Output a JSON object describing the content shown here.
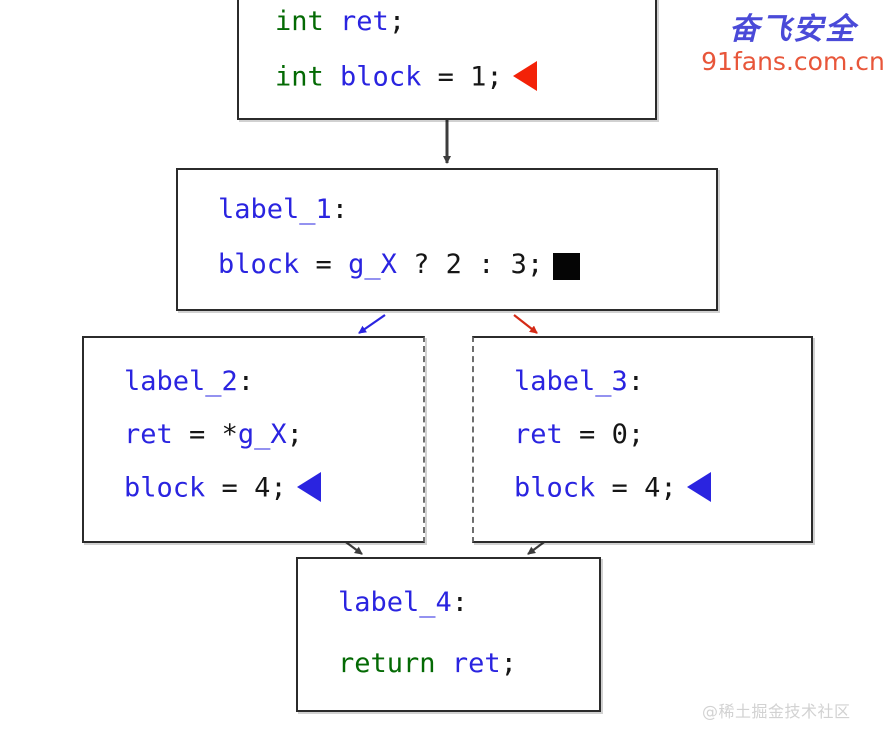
{
  "diagram": {
    "title": "control-flow-graph",
    "colors": {
      "keyword": "#046a04",
      "identifier": "#2a24e0",
      "plain": "#161616",
      "block_border": "#2b2b2b",
      "edge_default": "#3c3c3c",
      "edge_true": "#2a24e0",
      "edge_false": "#d42a16",
      "marker_red": "#f32208",
      "marker_blue": "#2a24e0",
      "marker_black": "#050505"
    },
    "blocks": [
      {
        "id": "entry",
        "lines": [
          {
            "tokens": [
              {
                "t": "int",
                "c": "kw"
              },
              {
                "t": " ",
                "c": "plain"
              },
              {
                "t": "ret",
                "c": "id"
              },
              {
                "t": ";",
                "c": "plain"
              }
            ],
            "marker": null
          },
          {
            "tokens": [
              {
                "t": "int",
                "c": "kw"
              },
              {
                "t": " ",
                "c": "plain"
              },
              {
                "t": "block",
                "c": "id"
              },
              {
                "t": " = ",
                "c": "plain"
              },
              {
                "t": "1",
                "c": "plain"
              },
              {
                "t": ";",
                "c": "plain"
              }
            ],
            "marker": "triangle-left-red"
          }
        ]
      },
      {
        "id": "label_1",
        "lines": [
          {
            "tokens": [
              {
                "t": "label_1",
                "c": "id"
              },
              {
                "t": ":",
                "c": "plain"
              }
            ],
            "marker": null
          },
          {
            "tokens": [
              {
                "t": "block",
                "c": "id"
              },
              {
                "t": " = ",
                "c": "plain"
              },
              {
                "t": "g_X",
                "c": "id"
              },
              {
                "t": " ? ",
                "c": "plain"
              },
              {
                "t": "2",
                "c": "plain"
              },
              {
                "t": " : ",
                "c": "plain"
              },
              {
                "t": "3",
                "c": "plain"
              },
              {
                "t": ";",
                "c": "plain"
              }
            ],
            "marker": "square-black"
          }
        ]
      },
      {
        "id": "label_2",
        "lines": [
          {
            "tokens": [
              {
                "t": "label_2",
                "c": "id"
              },
              {
                "t": ":",
                "c": "plain"
              }
            ],
            "marker": null
          },
          {
            "tokens": [
              {
                "t": "ret",
                "c": "id"
              },
              {
                "t": " = ",
                "c": "plain"
              },
              {
                "t": "*",
                "c": "plain"
              },
              {
                "t": "g_X",
                "c": "id"
              },
              {
                "t": ";",
                "c": "plain"
              }
            ],
            "marker": null
          },
          {
            "tokens": [
              {
                "t": "block",
                "c": "id"
              },
              {
                "t": " = ",
                "c": "plain"
              },
              {
                "t": "4",
                "c": "plain"
              },
              {
                "t": ";",
                "c": "plain"
              }
            ],
            "marker": "triangle-left-blue"
          }
        ]
      },
      {
        "id": "label_3",
        "lines": [
          {
            "tokens": [
              {
                "t": "label_3",
                "c": "id"
              },
              {
                "t": ":",
                "c": "plain"
              }
            ],
            "marker": null
          },
          {
            "tokens": [
              {
                "t": "ret",
                "c": "faded"
              },
              {
                "t": " = ",
                "c": "plain"
              },
              {
                "t": "0",
                "c": "plain"
              },
              {
                "t": ";",
                "c": "plain"
              }
            ],
            "marker": null
          },
          {
            "tokens": [
              {
                "t": "block",
                "c": "id"
              },
              {
                "t": " = ",
                "c": "plain"
              },
              {
                "t": "4",
                "c": "plain"
              },
              {
                "t": ";",
                "c": "plain"
              }
            ],
            "marker": "triangle-left-blue"
          }
        ]
      },
      {
        "id": "label_4",
        "lines": [
          {
            "tokens": [
              {
                "t": "label_4",
                "c": "id"
              },
              {
                "t": ":",
                "c": "plain"
              }
            ],
            "marker": null
          },
          {
            "tokens": [
              {
                "t": "return",
                "c": "kw"
              },
              {
                "t": " ",
                "c": "plain"
              },
              {
                "t": "ret",
                "c": "id"
              },
              {
                "t": ";",
                "c": "plain"
              }
            ],
            "marker": null
          }
        ]
      }
    ],
    "edges": [
      {
        "from": "entry",
        "to": "label_1",
        "color": "#3c3c3c"
      },
      {
        "from": "label_1",
        "to": "label_2",
        "color": "#2a24e0"
      },
      {
        "from": "label_1",
        "to": "label_3",
        "color": "#d42a16"
      },
      {
        "from": "label_2",
        "to": "label_4",
        "color": "#3c3c3c"
      },
      {
        "from": "label_3",
        "to": "label_4",
        "color": "#3c3c3c"
      }
    ]
  },
  "watermarks": {
    "top_cn": "奋飞安全",
    "top_url": "91fans.com.cn",
    "bottom": "@稀土掘金技术社区"
  }
}
